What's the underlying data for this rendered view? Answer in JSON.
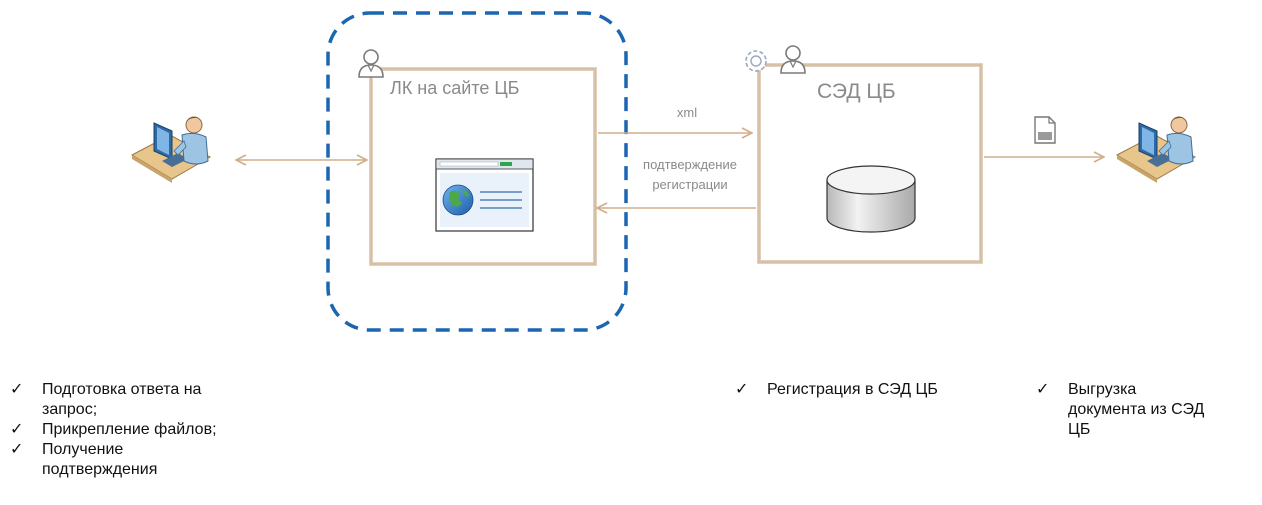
{
  "nodes": {
    "lk": {
      "title": "ЛК на сайте ЦБ"
    },
    "sed": {
      "title": "СЭД ЦБ"
    }
  },
  "edges": {
    "xml_label": "xml",
    "confirm_label_line1": "подтверждение",
    "confirm_label_line2": "регистрации"
  },
  "checklists": {
    "user": [
      {
        "line1": "Подготовка ответа на",
        "line2": "запрос;"
      },
      {
        "line1": "Прикрепление файлов;",
        "line2": ""
      },
      {
        "line1": "Получение",
        "line2": "подтверждения"
      }
    ],
    "registration": [
      {
        "line1": "Регистрация в СЭД ЦБ",
        "line2": ""
      }
    ],
    "export": [
      {
        "line1": "Выгрузка",
        "line2": "документа из СЭД",
        "line3": "ЦБ"
      }
    ]
  },
  "colors": {
    "box_border": "#d7c1a6",
    "arrow": "#d1ad8a",
    "dashed_boundary": "#1a66b0",
    "label_text": "#8a8a8a"
  },
  "icons": {
    "user_workstation": "user-at-computer-icon",
    "person": "person-icon",
    "gear": "gear-icon",
    "browser": "browser-globe-icon",
    "database": "database-cylinder-icon",
    "document": "document-icon",
    "check": "✓"
  }
}
